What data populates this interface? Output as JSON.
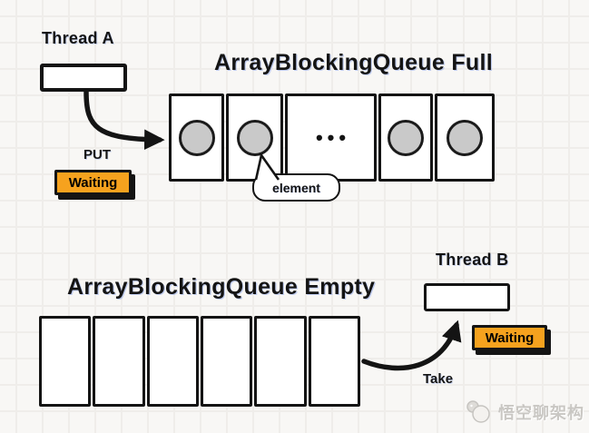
{
  "colors": {
    "bg": "#f8f7f5",
    "grid_line": "#efedea",
    "ink": "#141414",
    "circle_fill": "#c9c9c9",
    "badge_orange": "#f6a21e",
    "watermark_gray": "#c9c7c3"
  },
  "full_section": {
    "title": "ArrayBlockingQueue Full",
    "thread_label": "Thread A",
    "action_label": "PUT",
    "status_label": "Waiting",
    "element_bubble_label": "element",
    "ellipsis": "•••",
    "queue_cells": [
      "filled",
      "filled",
      "ellipsis",
      "filled",
      "filled"
    ]
  },
  "empty_section": {
    "title": "ArrayBlockingQueue Empty",
    "thread_label": "Thread B",
    "action_label": "Take",
    "status_label": "Waiting",
    "queue_cells": [
      "empty",
      "empty",
      "empty",
      "empty",
      "empty",
      "empty"
    ]
  },
  "watermark": {
    "text": "悟空聊架构",
    "icon": "wukong-logo-icon"
  }
}
